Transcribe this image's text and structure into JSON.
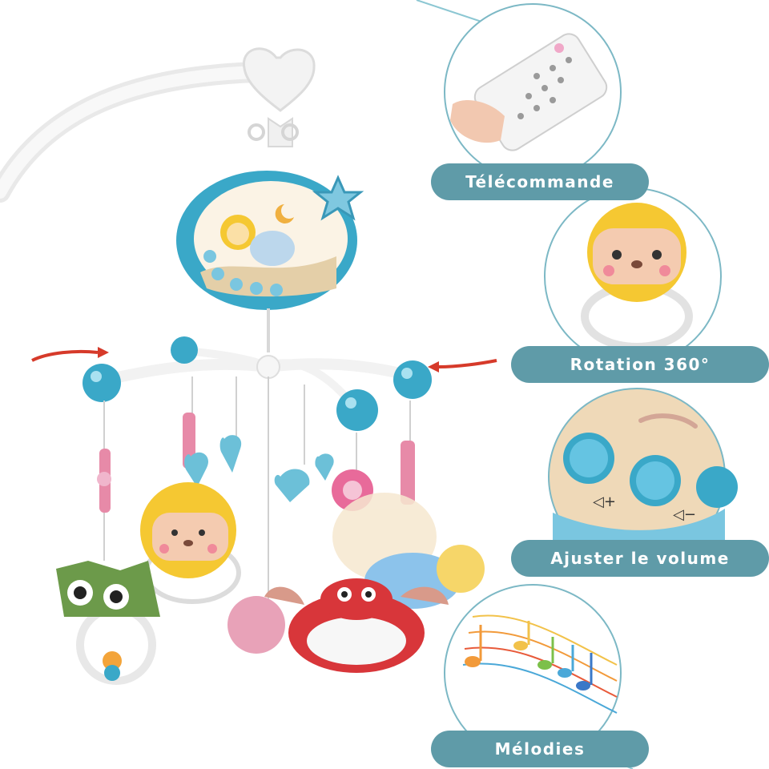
{
  "features": [
    {
      "label": "Télécommande",
      "icon": "remote-control-icon"
    },
    {
      "label": "Rotation 360°",
      "icon": "lion-rattle-icon"
    },
    {
      "label": "Ajuster le volume",
      "icon": "volume-buttons-icon"
    },
    {
      "label": "Mélodies",
      "icon": "music-notes-icon"
    }
  ],
  "colors": {
    "pill": "#5f9ba8",
    "accent_blue": "#3aa8c8",
    "arrow_red": "#d63a2a",
    "lion_yellow": "#f5c832",
    "crab_red": "#d8363a"
  }
}
